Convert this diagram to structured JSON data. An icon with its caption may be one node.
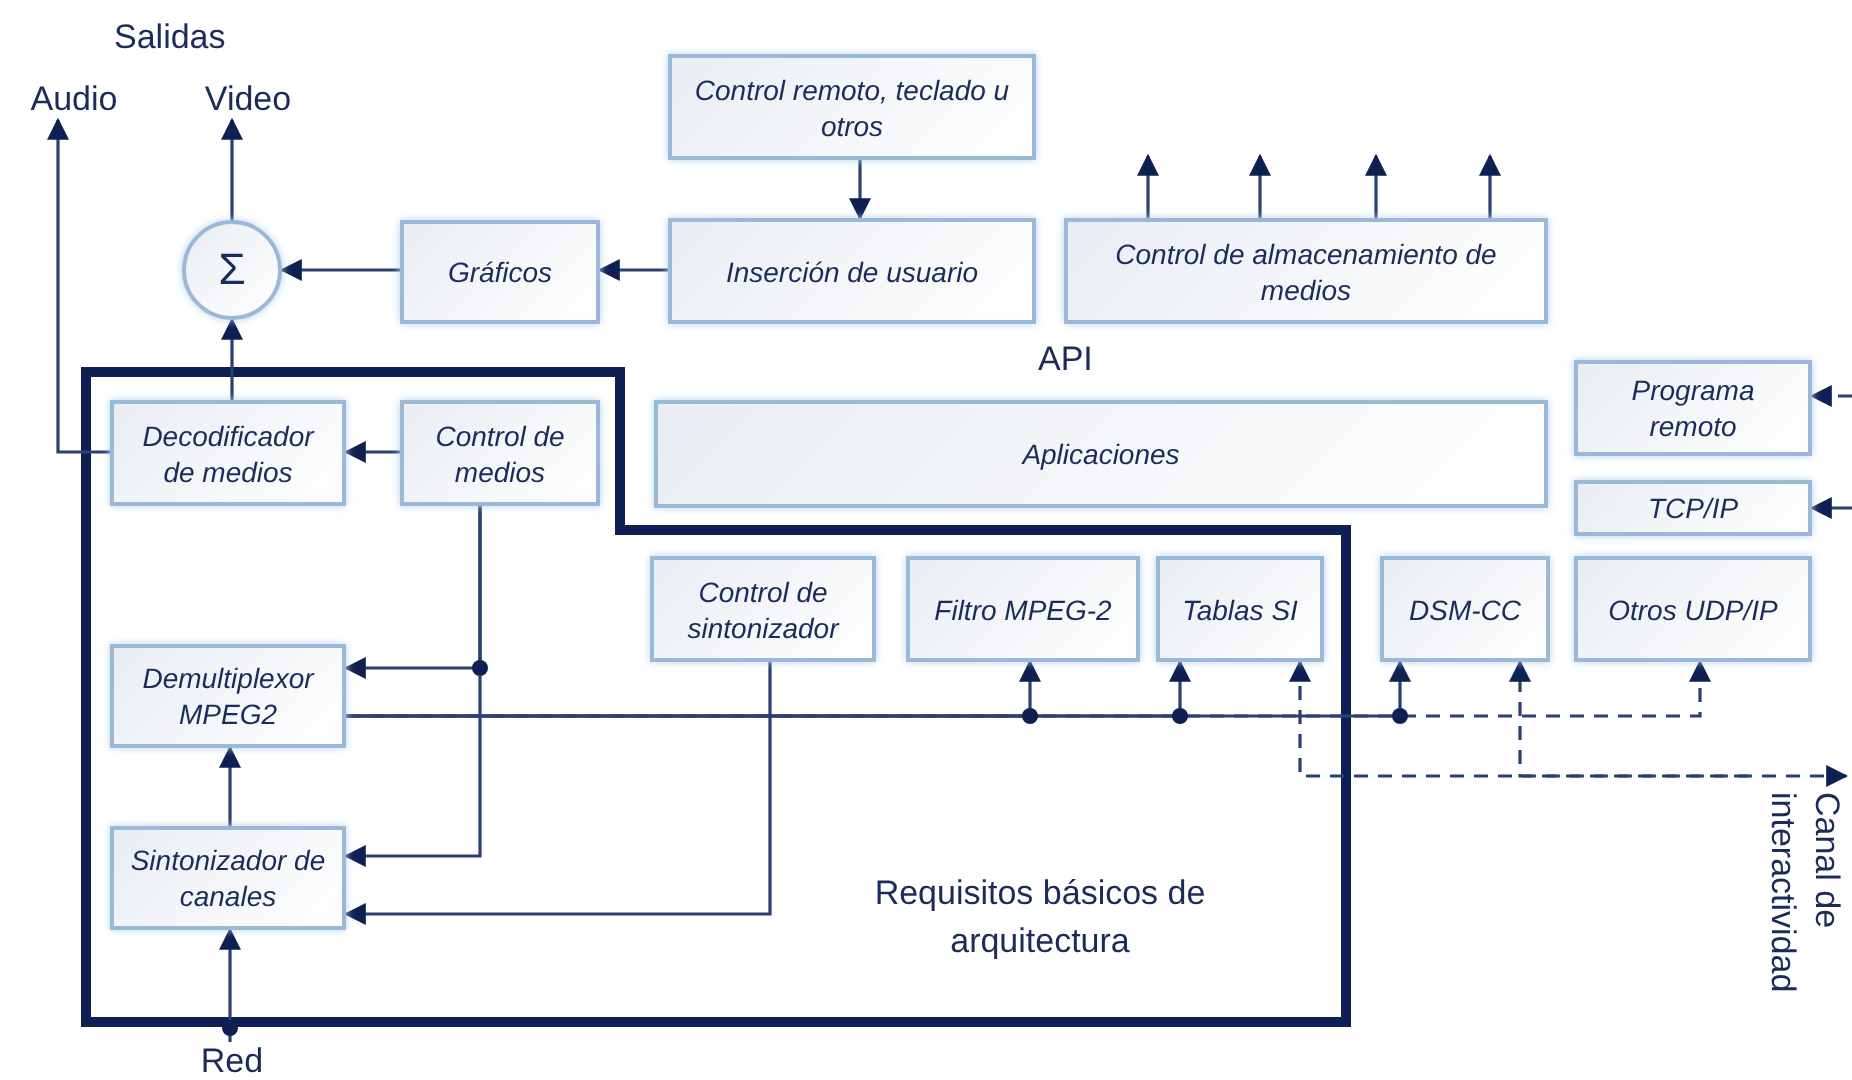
{
  "diagram": {
    "nodes": [
      {
        "text": [
          "Audio"
        ]
      },
      {
        "text": [
          "Video"
        ]
      },
      {
        "text": [
          "Σ"
        ]
      },
      {
        "text": [
          "Gráficos"
        ]
      },
      {
        "text": [
          "Control remoto, teclado u otros"
        ]
      },
      {
        "text": [
          "Inserción de usuario"
        ]
      },
      {
        "text": [
          "Control de almacenamiento de medios"
        ]
      },
      {
        "text": [
          "Requisitos básicos de arquitectura"
        ]
      },
      {
        "text": [
          "Decodificador de medios"
        ],
        "in": 7
      },
      {
        "text": [
          "Control de medios"
        ],
        "in": 7
      },
      {
        "text": [
          "Demultiplexor MPEG2"
        ],
        "in": 7
      },
      {
        "text": [
          "Sintonizador de canales"
        ],
        "in": 7
      },
      {
        "text": [
          "Control de sintonizador"
        ],
        "in": 7
      },
      {
        "text": [
          "Filtro MPEG-2"
        ],
        "in": 7
      },
      {
        "text": [
          "Tablas SI"
        ],
        "in": 7
      },
      {
        "text": [
          "Aplicaciones"
        ]
      },
      {
        "text": [
          "Programa remoto"
        ]
      },
      {
        "text": [
          "TCP/IP"
        ]
      },
      {
        "text": [
          "DSM-CC"
        ]
      },
      {
        "text": [
          "Otros UDP/IP"
        ]
      },
      {
        "text": [
          "Red"
        ]
      },
      {
        "text": [
          "Canal de interactividad"
        ]
      }
    ],
    "edges": [
      {
        "from": 8,
        "to": 0,
        "arrow": "to"
      },
      {
        "from": 2,
        "to": 1,
        "arrow": "to"
      },
      {
        "from": 8,
        "to": 2,
        "arrow": "to"
      },
      {
        "from": 3,
        "to": 2,
        "arrow": "to"
      },
      {
        "from": 5,
        "to": 3,
        "arrow": "to"
      },
      {
        "from": 4,
        "to": 5,
        "arrow": "to"
      },
      {
        "from": 6,
        "to": null,
        "arrow": "to"
      },
      {
        "from": 6,
        "to": null,
        "arrow": "to"
      },
      {
        "from": 6,
        "to": null,
        "arrow": "to"
      },
      {
        "from": 6,
        "to": null,
        "arrow": "to"
      },
      {
        "from": 9,
        "to": 8,
        "arrow": "to"
      },
      {
        "from": 9,
        "to": 10,
        "arrow": "to"
      },
      {
        "from": 9,
        "to": 11,
        "arrow": "to"
      },
      {
        "from": 12,
        "to": 11,
        "arrow": "to"
      },
      {
        "from": 11,
        "to": 10,
        "arrow": "to"
      },
      {
        "from": 20,
        "to": 11,
        "arrow": "to"
      },
      {
        "from": 10,
        "to": 13,
        "arrow": "to"
      },
      {
        "from": 10,
        "to": 14,
        "arrow": "to"
      },
      {
        "from": 10,
        "to": 18,
        "arrow": "to"
      },
      {
        "from": 10,
        "to": 19,
        "arrow": "to",
        "style": "dashed"
      },
      {
        "from": 14,
        "to": 21,
        "arrow": "both",
        "style": "dashed"
      },
      {
        "from": 21,
        "to": 18,
        "arrow": "to",
        "style": "dashed"
      },
      {
        "from": null,
        "to": 16,
        "arrow": "to",
        "style": "dashed"
      },
      {
        "from": null,
        "to": 17,
        "arrow": "to"
      }
    ],
    "labels": [
      "Salidas",
      "API"
    ]
  }
}
